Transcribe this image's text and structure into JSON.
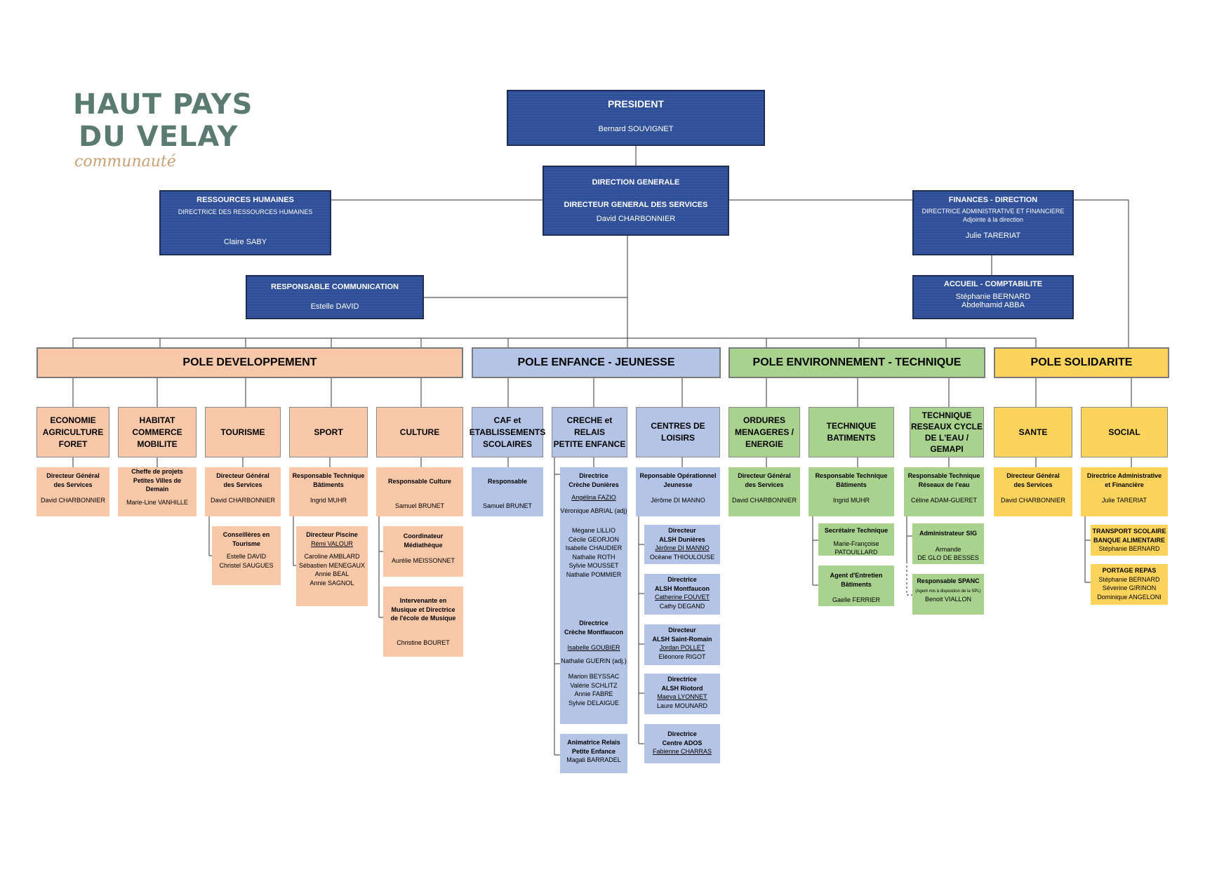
{
  "logo": {
    "line1": "HAUT PAYS",
    "line2": "DU VELAY",
    "line3": "communauté"
  },
  "president": {
    "title": "PRESIDENT",
    "name": "Bernard SOUVIGNET"
  },
  "dg": {
    "title": "DIRECTION GENERALE",
    "role": "DIRECTEUR GENERAL DES SERVICES",
    "name": "David CHARBONNIER"
  },
  "rh": {
    "title": "RESSOURCES HUMAINES",
    "role": "DIRECTRICE DES RESSOURCES HUMAINES",
    "name": "Claire SABY"
  },
  "finances": {
    "title": "FINANCES - DIRECTION",
    "role": "DIRECTRICE ADMINISTRATIVE ET FINANCIERE",
    "role2": "Adjointe à la direction",
    "name": "Julie TARERIAT"
  },
  "communication": {
    "title": "RESPONSABLE COMMUNICATION",
    "name": "Estelle DAVID"
  },
  "accueil": {
    "title": "ACCUEIL - COMPTABILITE",
    "name1": "Stéphanie BERNARD",
    "name2": "Abdelhamid ABBA"
  },
  "poles": {
    "developpement": "POLE DEVELOPPEMENT",
    "enfance": "POLE ENFANCE - JEUNESSE",
    "environnement": "POLE ENVIRONNEMENT - TECHNIQUE",
    "solidarite": "POLE SOLIDARITE"
  },
  "services": {
    "economie": [
      "ECONOMIE",
      "AGRICULTURE",
      "FORET"
    ],
    "habitat": [
      "HABITAT",
      "COMMERCE",
      "MOBILITE"
    ],
    "tourisme": "TOURISME",
    "sport": "SPORT",
    "culture": "CULTURE",
    "caf": [
      "CAF et",
      "ETABLISSEMENTS",
      "SCOLAIRES"
    ],
    "creche": [
      "CRECHE  et RELAIS",
      "PETITE ENFANCE"
    ],
    "centres": "CENTRES DE LOISIRS",
    "ordures": [
      "ORDURES",
      "MENAGERES /",
      "ENERGIE"
    ],
    "technique": [
      "TECHNIQUE",
      "BATIMENTS"
    ],
    "reseaux": [
      "TECHNIQUE",
      "RESEAUX CYCLE",
      "DE L'EAU /",
      "GEMAPI"
    ],
    "sante": "SANTE",
    "social": "SOCIAL"
  },
  "cards": {
    "eco": {
      "role1": "Directeur Général",
      "role2": "des Services",
      "name": "David CHARBONNIER"
    },
    "hab": {
      "role1": "Cheffe de projets",
      "role2": "Petites Villes de",
      "role3": "Demain",
      "name": "Marie-Line VANHILLE"
    },
    "tou": {
      "role1": "Directeur Général",
      "role2": "des Services",
      "name": "David CHARBONNIER"
    },
    "tou2": {
      "role1": "Conseillères en",
      "role2": "Tourisme",
      "name1": "Estelle DAVID",
      "name2": "Christel SAUGUES"
    },
    "spo": {
      "role1": "Responsable Technique",
      "role2": "Bâtiments",
      "name": "Ingrid MUHR"
    },
    "spo2": {
      "role1": "Directeur Piscine",
      "lead": "Rémi VALOUR",
      "name1": "Caroline AMBLARD",
      "name2": "Sébastien MENEGAUX",
      "name3": "Annie BEAL",
      "name4": "Annie SAGNOL"
    },
    "cul": {
      "role1": "Responsable Culture",
      "name": "Samuel BRUNET"
    },
    "cul2": {
      "role1": "Coordinateur",
      "role2": "Médiathèque",
      "name": "Aurélie MEISSONNET"
    },
    "cul3": {
      "role1": "Intervenante en",
      "role2": "Musique et Directrice",
      "role3": "de l'école de Musique",
      "name": "Christine BOURET"
    },
    "caf": {
      "role1": "Responsable",
      "name": "Samuel BRUNET"
    },
    "cre1": {
      "role1": "Directrice",
      "role2": "Crèche Dunières",
      "lead": "Angélina FAZIO",
      "adj": "Véronique ABRIAL (adj)",
      "name1": "Mégane LILLIO",
      "name2": "Cécile GEORJON",
      "name3": "Isabelle CHAUDIER",
      "name4": "Nathalie ROTH",
      "name5": "Sylvie MOUSSET",
      "name6": "Nathalie POMMIER"
    },
    "cre2": {
      "role1": "Directrice",
      "role2": "Crèche Montfaucon",
      "lead": "Isabelle GOUBIER",
      "adj": "Nathalie GUERIN (adj.)",
      "name1": "Marion BEYSSAC",
      "name2": "Valérie SCHLITZ",
      "name3": "Annie FABRE",
      "name4": "Sylvie DELAIGUE"
    },
    "cre3": {
      "role1": "Animatrice Relais",
      "role2": "Petite Enfance",
      "name": "Magali BARRADEL"
    },
    "loi": {
      "role1": "Reponsable Opérationnel",
      "role2": "Jeunesse",
      "name": "Jérôme DI MANNO"
    },
    "loi1": {
      "role1": "Directeur",
      "role2": "ALSH Dunières",
      "lead": "Jérôme DI MANNO",
      "name": "Océane THIOULOUSE"
    },
    "loi2": {
      "role1": "Directrice",
      "role2": "ALSH Montfaucon",
      "lead": "Catherine FOUVET",
      "name": "Cathy DEGAND"
    },
    "loi3": {
      "role1": "Directeur",
      "role2": "ALSH Saint-Romain",
      "lead": "Jordan POLLET",
      "name": "Eléonore RIGOT"
    },
    "loi4": {
      "role1": "Directrice",
      "role2": "ALSH Riotord",
      "lead": "Maeva LYONNET",
      "name": "Laure MOUNARD"
    },
    "loi5": {
      "role1": "Directrice",
      "role2": "Centre ADOS",
      "lead": "Fabienne CHARRAS"
    },
    "ord": {
      "role1": "Directeur Général",
      "role2": "des Services",
      "name": "David CHARBONNIER"
    },
    "tec": {
      "role1": "Responsable Technique",
      "role2": "Bâtiments",
      "name": "Ingrid MUHR"
    },
    "tec2": {
      "role1": "Secrétaire Technique",
      "name1": "Marie-Françoise",
      "name2": "PATOUILLARD"
    },
    "tec3": {
      "role1": "Agent d'Entretien",
      "role2": "Bâtiments",
      "name": "Gaelle FERRIER"
    },
    "res": {
      "role1": "Responsable Technique",
      "role2": "Réseaux de l'eau",
      "name": "Céline ADAM-GUERET"
    },
    "res2": {
      "role1": "Administrateur SIG",
      "name1": "Armande",
      "name2": "DE GLO DE BESSES"
    },
    "res3": {
      "role1": "Responsable SPANC",
      "note": "(Agent mis à disposition de la SPL)",
      "name": "Benoit VIALLON"
    },
    "san": {
      "role1": "Directeur Général",
      "role2": "des Services",
      "name": "David CHARBONNIER"
    },
    "soc": {
      "role1": "Directrice Administrative",
      "role2": "et Financière",
      "name": "Julie TARERIAT"
    },
    "soc2": {
      "role1": "TRANSPORT SCOLAIRE",
      "role2": "BANQUE ALIMENTAIRE",
      "name": "Stéphanie BERNARD"
    },
    "soc3": {
      "role1": "PORTAGE REPAS",
      "name1": "Stéphanie BERNARD",
      "name2": "Séverine GIRINON",
      "name3": "Dominique ANGELONI"
    }
  },
  "colors": {
    "executive": "#2f4f98",
    "developpement": "#f8c8a8",
    "enfance": "#b4c4e6",
    "environnement": "#a8d28e",
    "solidarite": "#fcd45c",
    "logo_green": "#5a7a72",
    "logo_gold": "#c9a074"
  }
}
